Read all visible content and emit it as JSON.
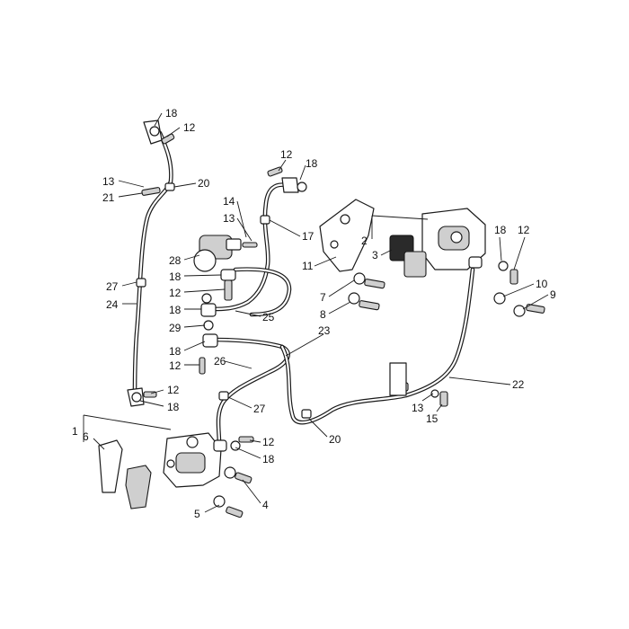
{
  "diagram": {
    "callouts": [
      {
        "id": "c18a",
        "text": "18"
      },
      {
        "id": "c12a",
        "text": "12"
      },
      {
        "id": "c13a",
        "text": "13"
      },
      {
        "id": "c21",
        "text": "21"
      },
      {
        "id": "c20a",
        "text": "20"
      },
      {
        "id": "c12b",
        "text": "12"
      },
      {
        "id": "c18b",
        "text": "18"
      },
      {
        "id": "c14",
        "text": "14"
      },
      {
        "id": "c13b",
        "text": "13"
      },
      {
        "id": "c17",
        "text": "17"
      },
      {
        "id": "c28",
        "text": "28"
      },
      {
        "id": "c18c",
        "text": "18"
      },
      {
        "id": "c12c",
        "text": "12"
      },
      {
        "id": "c18d",
        "text": "18"
      },
      {
        "id": "c29",
        "text": "29"
      },
      {
        "id": "c18e",
        "text": "18"
      },
      {
        "id": "c12d",
        "text": "12"
      },
      {
        "id": "c25",
        "text": "25"
      },
      {
        "id": "c26",
        "text": "26"
      },
      {
        "id": "c23",
        "text": "23"
      },
      {
        "id": "c27a",
        "text": "27"
      },
      {
        "id": "c24",
        "text": "24"
      },
      {
        "id": "c12e",
        "text": "12"
      },
      {
        "id": "c18f",
        "text": "18"
      },
      {
        "id": "c27b",
        "text": "27"
      },
      {
        "id": "c1",
        "text": "1"
      },
      {
        "id": "c6",
        "text": "6"
      },
      {
        "id": "c12f",
        "text": "12"
      },
      {
        "id": "c18g",
        "text": "18"
      },
      {
        "id": "c4",
        "text": "4"
      },
      {
        "id": "c5",
        "text": "5"
      },
      {
        "id": "c20b",
        "text": "20"
      },
      {
        "id": "c11",
        "text": "11"
      },
      {
        "id": "c2",
        "text": "2"
      },
      {
        "id": "c3",
        "text": "3"
      },
      {
        "id": "c7",
        "text": "7"
      },
      {
        "id": "c8",
        "text": "8"
      },
      {
        "id": "c18h",
        "text": "18"
      },
      {
        "id": "c12g",
        "text": "12"
      },
      {
        "id": "c10",
        "text": "10"
      },
      {
        "id": "c9",
        "text": "9"
      },
      {
        "id": "c22",
        "text": "22"
      },
      {
        "id": "c13c",
        "text": "13"
      },
      {
        "id": "c15",
        "text": "15"
      }
    ]
  }
}
